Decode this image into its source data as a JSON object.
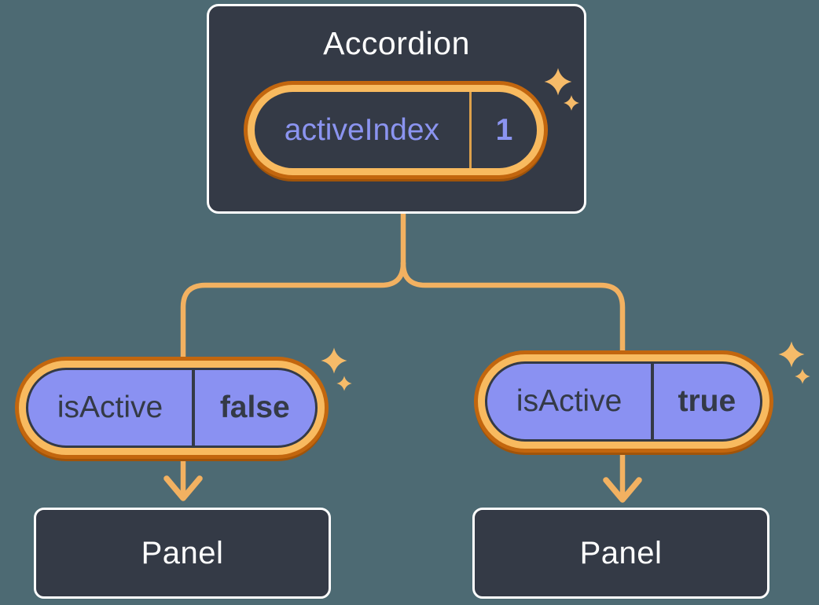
{
  "colors": {
    "page-bg": "#4d6a73",
    "node-bg": "#343a46",
    "node-border": "#ffffff",
    "node-text": "#ffffff",
    "ring-outer": "#c2660e",
    "ring-outer-shadow": "#a0540a",
    "ring-inner": "#f8ba5f",
    "connector": "#f2b161",
    "sparkle": "#f6bb69",
    "state-text": "#8b94f0",
    "state-divider": "#dda14b",
    "prop-bg": "#8a91f2",
    "prop-text": "#343a46",
    "prop-border": "#343a46"
  },
  "icons": {
    "sparkle": "four-point-star"
  },
  "accordion": {
    "title": "Accordion",
    "state": {
      "label": "activeIndex",
      "value": "1"
    }
  },
  "children": [
    {
      "prop_label": "isActive",
      "prop_value": "false",
      "panel_label": "Panel"
    },
    {
      "prop_label": "isActive",
      "prop_value": "true",
      "panel_label": "Panel"
    }
  ]
}
